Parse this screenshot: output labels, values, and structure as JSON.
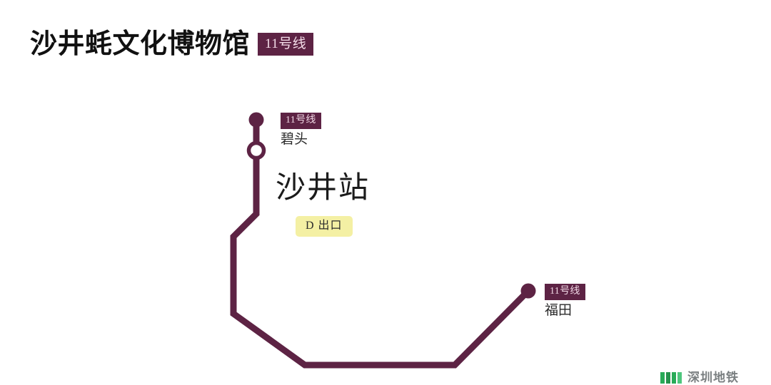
{
  "header": {
    "title": "沙井蚝文化博物馆",
    "line_badge": "11号线"
  },
  "main_station": {
    "name": "沙井站",
    "exit_badge": "D 出口"
  },
  "stops": [
    {
      "id": "bitou",
      "name": "碧头",
      "line_badge": "11号线",
      "marker": "terminus-filled"
    },
    {
      "id": "futian",
      "name": "福田",
      "line_badge": "11号线",
      "marker": "terminus-filled"
    }
  ],
  "route": {
    "line_name": "11号线",
    "color": "#5d2344",
    "stroke_width": 9
  },
  "colors": {
    "line": "#5d2344",
    "badge_bg": "#5d2344",
    "badge_text": "#f0d7e4",
    "exit_badge_bg": "#f4f0a4",
    "title_text": "#111111",
    "background": "#ffffff",
    "watermark_green": "#17a44a"
  },
  "watermark": {
    "text": "深圳地铁"
  }
}
